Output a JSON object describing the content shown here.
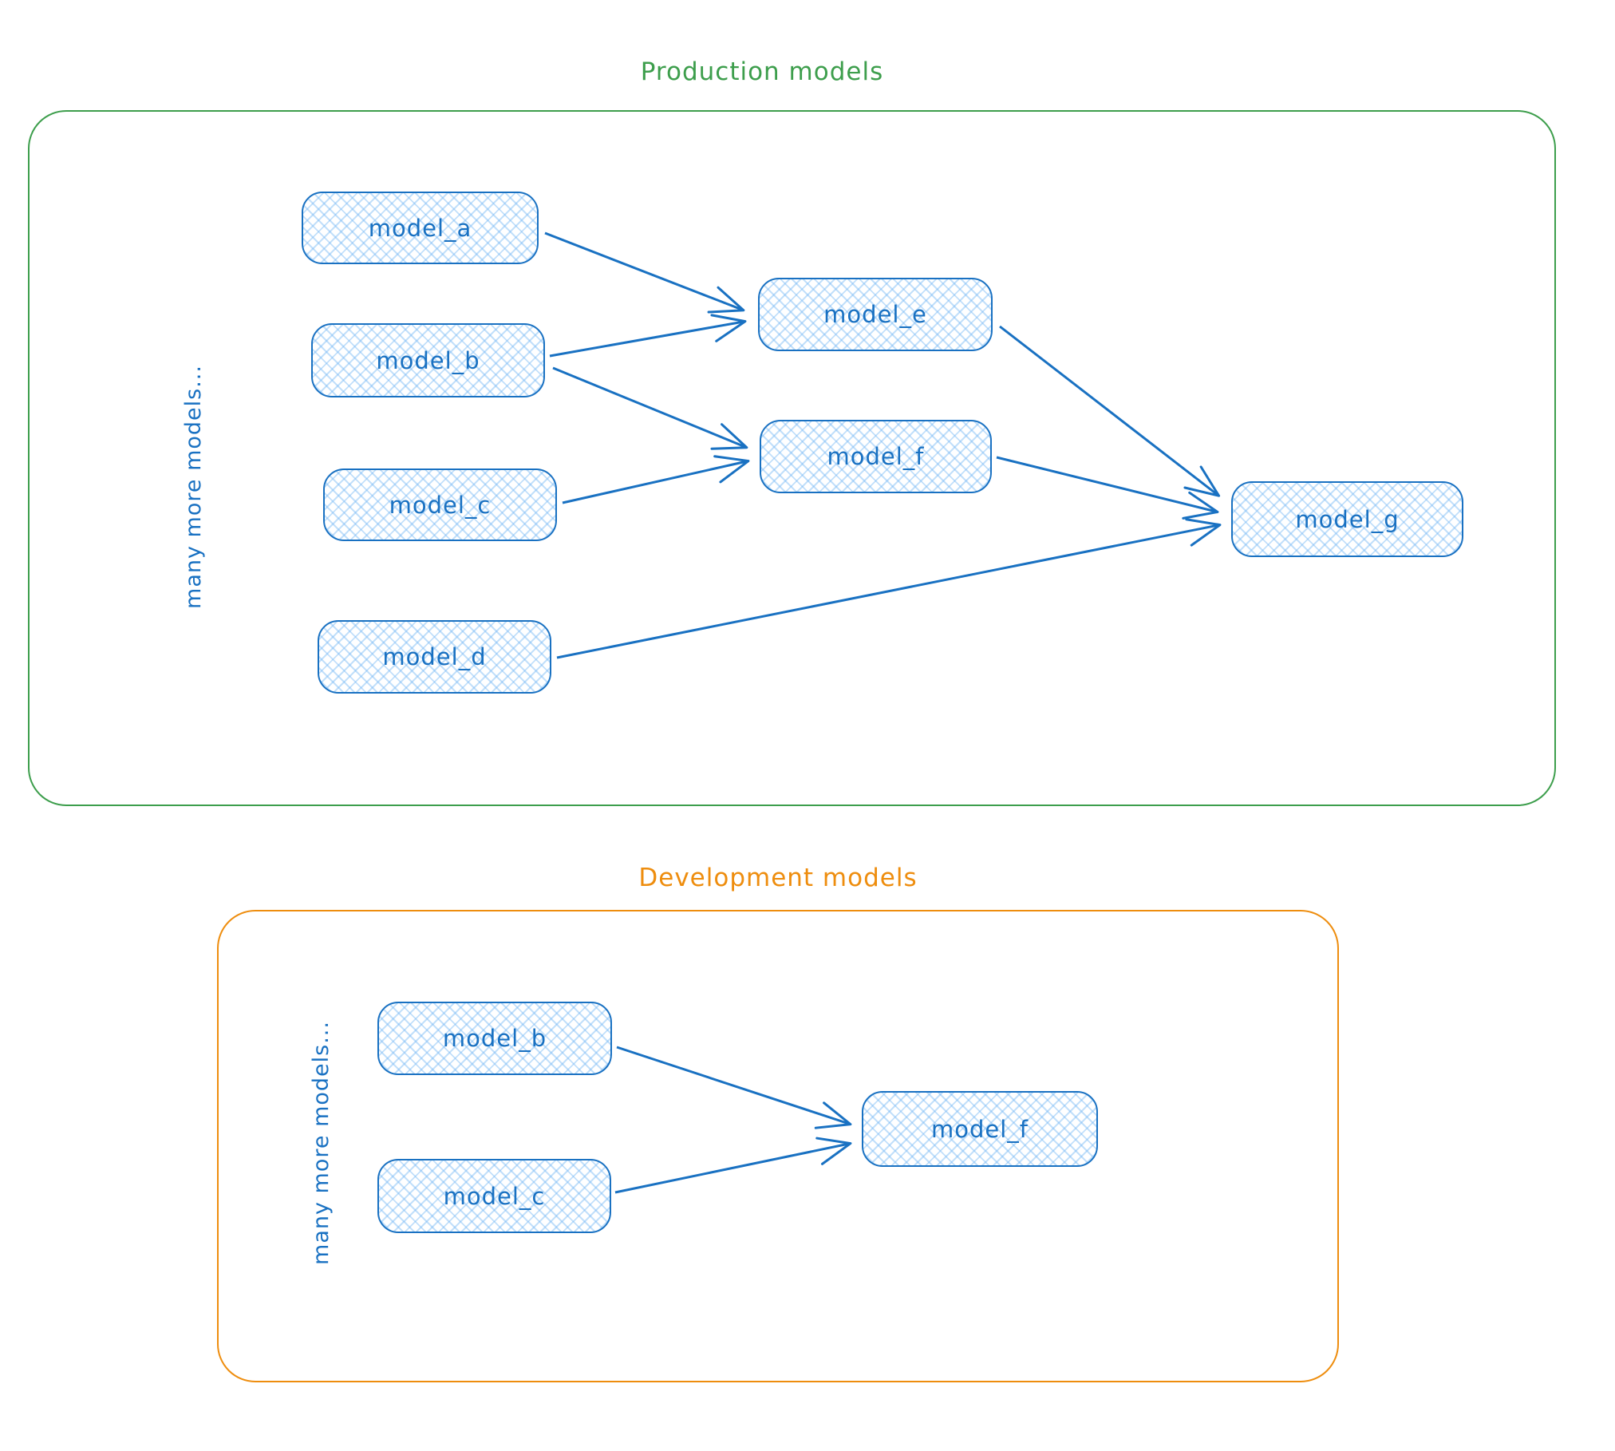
{
  "colors": {
    "node_stroke_blue": "#1971c2",
    "node_fill_hatch_blue": "#a5d8ff",
    "production_green": "#3d9e4c",
    "development_orange": "#ee8d0e"
  },
  "production": {
    "title": "Production models",
    "side_label": "many more models...",
    "nodes": [
      {
        "id": "model_a",
        "label": "model_a"
      },
      {
        "id": "model_b",
        "label": "model_b"
      },
      {
        "id": "model_c",
        "label": "model_c"
      },
      {
        "id": "model_d",
        "label": "model_d"
      },
      {
        "id": "model_e",
        "label": "model_e"
      },
      {
        "id": "model_f",
        "label": "model_f"
      },
      {
        "id": "model_g",
        "label": "model_g"
      }
    ],
    "edges": [
      {
        "from": "model_a",
        "to": "model_e"
      },
      {
        "from": "model_b",
        "to": "model_e"
      },
      {
        "from": "model_b",
        "to": "model_f"
      },
      {
        "from": "model_c",
        "to": "model_f"
      },
      {
        "from": "model_e",
        "to": "model_g"
      },
      {
        "from": "model_f",
        "to": "model_g"
      },
      {
        "from": "model_d",
        "to": "model_g"
      }
    ]
  },
  "development": {
    "title": "Development models",
    "side_label": "many more models...",
    "nodes": [
      {
        "id": "model_b",
        "label": "model_b"
      },
      {
        "id": "model_c",
        "label": "model_c"
      },
      {
        "id": "model_f",
        "label": "model_f"
      }
    ],
    "edges": [
      {
        "from": "model_b",
        "to": "model_f"
      },
      {
        "from": "model_c",
        "to": "model_f"
      }
    ]
  }
}
